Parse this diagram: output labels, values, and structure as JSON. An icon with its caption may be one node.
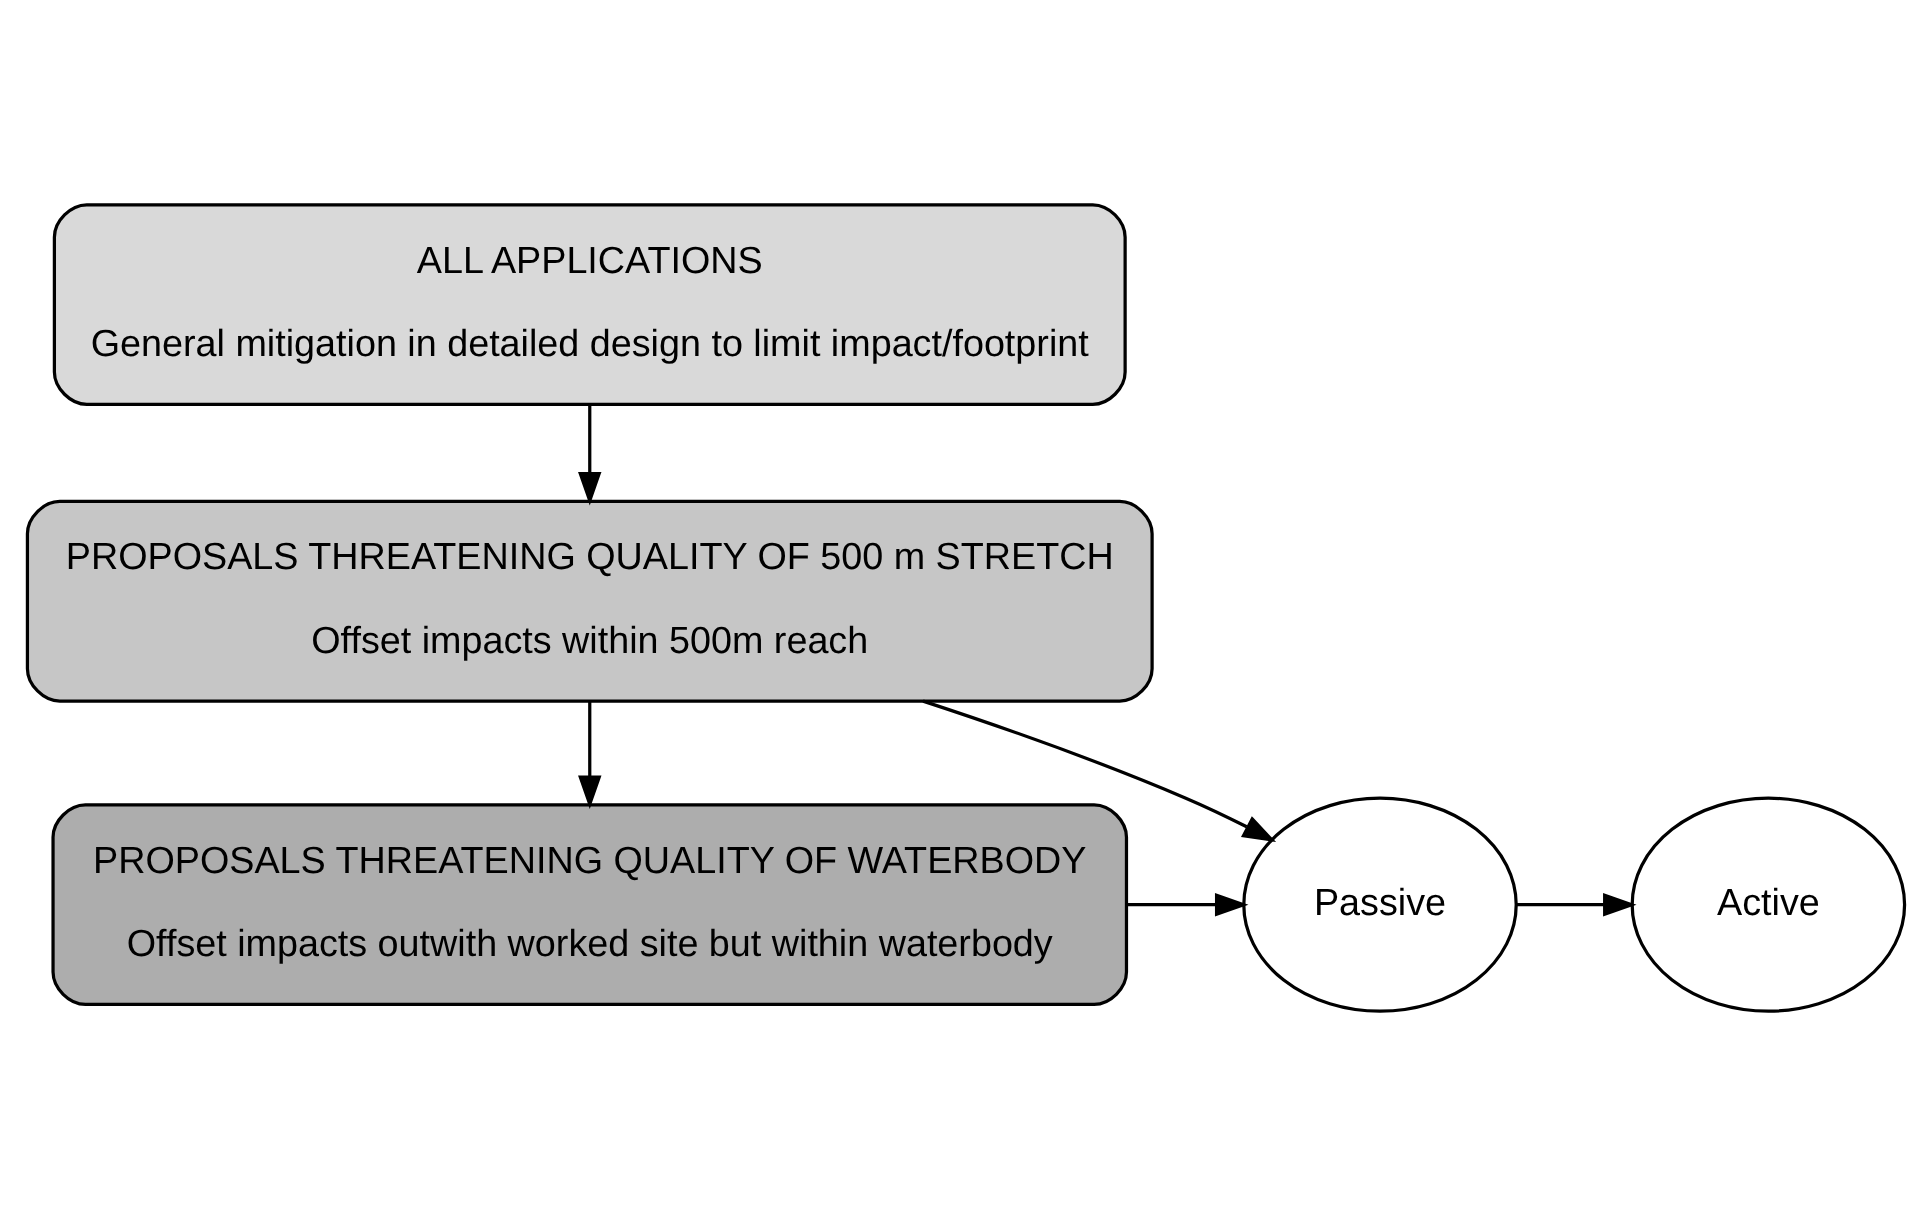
{
  "diagram": {
    "nodes": [
      {
        "text": [
          "ALL APPLICATIONS",
          "General mitigation in detailed design to limit impact/footprint"
        ]
      },
      {
        "text": [
          "PROPOSALS THREATENING QUALITY OF 500 m STRETCH",
          "Offset impacts within 500m reach"
        ]
      },
      {
        "text": [
          "PROPOSALS THREATENING QUALITY OF WATERBODY",
          "Offset impacts outwith worked site but within waterbody"
        ]
      },
      {
        "text": [
          "Passive"
        ]
      },
      {
        "text": [
          "Active"
        ]
      }
    ],
    "edges": [
      {
        "from": 0,
        "to": 1,
        "arrow": "to"
      },
      {
        "from": 1,
        "to": 2,
        "arrow": "to"
      },
      {
        "from": 1,
        "to": 3,
        "arrow": "to"
      },
      {
        "from": 2,
        "to": 3,
        "arrow": "to"
      },
      {
        "from": 3,
        "to": 4,
        "arrow": "to"
      }
    ]
  }
}
